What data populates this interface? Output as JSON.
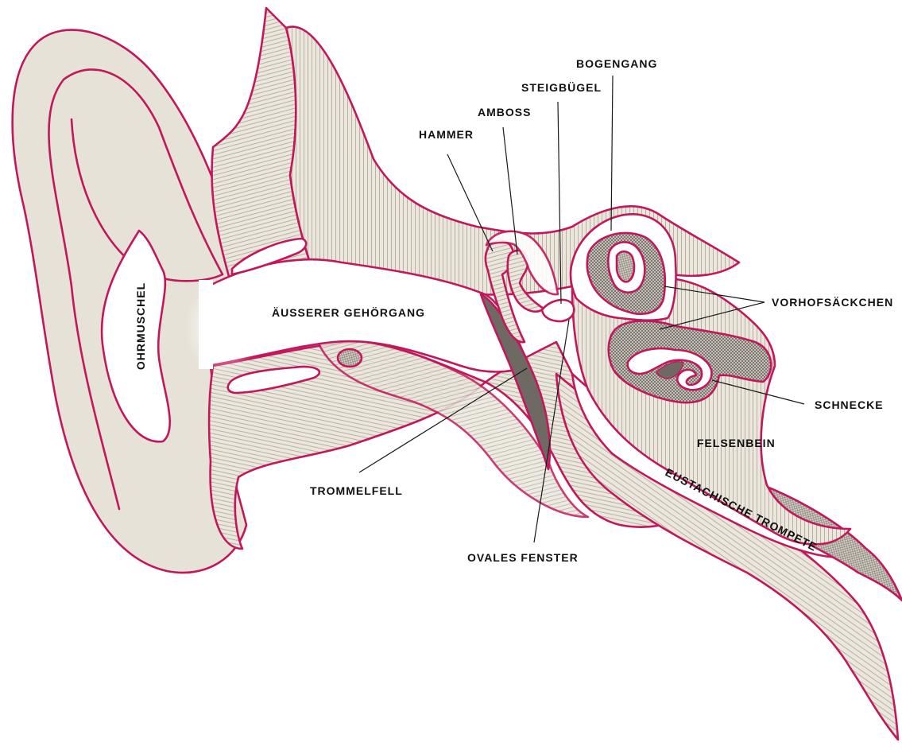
{
  "colors": {
    "outline": "#c2185b",
    "skin": "#e6e2d8",
    "bone": "#ebe7dd",
    "hatch": "#b7b1a5",
    "crosshatch": "#8f8a80",
    "dark": "#6e6a63",
    "canal": "#ffffff",
    "text": "#111111"
  },
  "labels": {
    "ohrmuschel": "OHRMUSCHEL",
    "gehoergang": "ÄUSSERER GEHÖRGANG",
    "hammer": "HAMMER",
    "amboss": "AMBOSS",
    "steigbuegel": "STEIGBÜGEL",
    "bogengang": "BOGENGANG",
    "vorhofsaeckchen": "VORHOFSÄCKCHEN",
    "schnecke": "SCHNECKE",
    "felsenbein": "FELSENBEIN",
    "trompete": "EUSTACHISCHE TROMPETE",
    "trommelfell": "TROMMELFELL",
    "ovales_fenster": "OVALES FENSTER"
  }
}
